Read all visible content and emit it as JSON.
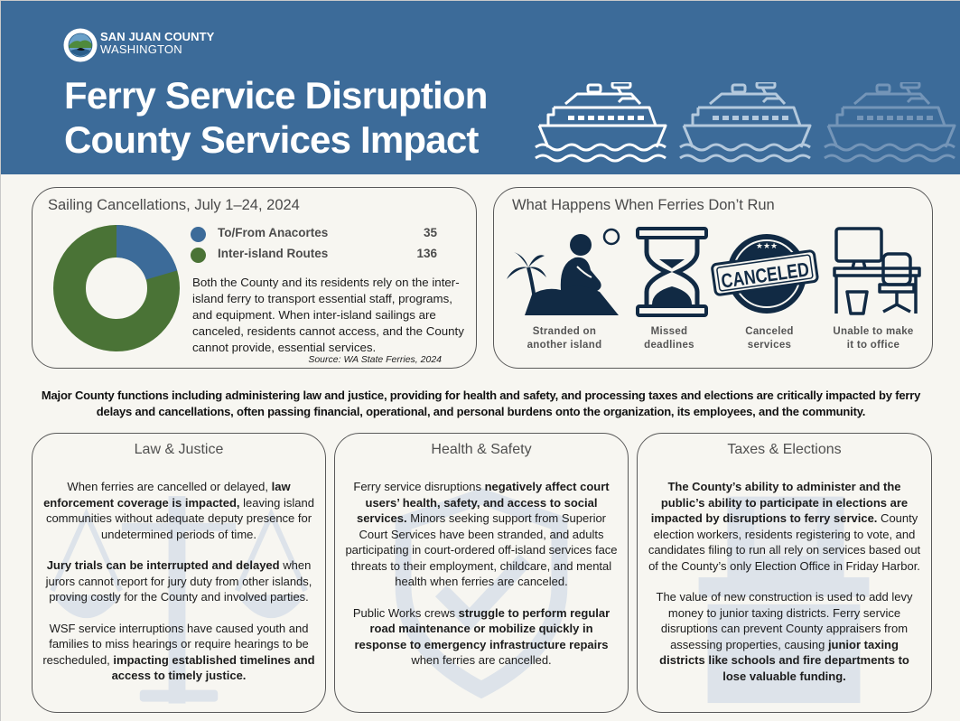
{
  "header": {
    "brand_line1": "SAN JUAN COUNTY",
    "brand_line2": "WASHINGTON",
    "title_line1": "Ferry Service Disruption",
    "title_line2": "County Services Impact",
    "background_color": "#3c6b99"
  },
  "sailing": {
    "title": "Sailing Cancellations, July 1–24, 2024",
    "legend": [
      {
        "label": "To/From Anacortes",
        "value": "35",
        "color": "#3c6b99"
      },
      {
        "label": "Inter-island Routes",
        "value": "136",
        "color": "#4a7336"
      }
    ],
    "body": "Both the County and its residents rely on the inter-island ferry to transport essential staff, programs, and equipment. When inter-island sailings are canceled, residents cannot access, and the County cannot provide, essential services.",
    "source": "Source: WA State Ferries, 2024"
  },
  "chart_data": {
    "type": "pie",
    "title": "Sailing Cancellations, July 1–24, 2024",
    "categories": [
      "To/From Anacortes",
      "Inter-island Routes"
    ],
    "values": [
      35,
      136
    ],
    "colors": [
      "#3c6b99",
      "#4a7336"
    ],
    "donut": true,
    "legend_position": "right",
    "source": "Source: WA State Ferries, 2024"
  },
  "happens": {
    "title": "What Happens When Ferries Don’t Run",
    "items": [
      {
        "icon": "stranded-person-icon",
        "line1": "Stranded on",
        "line2": "another island"
      },
      {
        "icon": "hourglass-icon",
        "line1": "Missed",
        "line2": "deadlines"
      },
      {
        "icon": "canceled-stamp-icon",
        "line1": "Canceled",
        "line2": "services",
        "stamp_text": "CANCELED"
      },
      {
        "icon": "empty-desk-icon",
        "line1": "Unable to make",
        "line2": "it to office"
      }
    ],
    "icon_color": "#112a44"
  },
  "summary": "Major County functions including administering law and justice, providing for health and safety, and processing taxes and elections are critically impacted by ferry delays and cancellations, often passing financial, operational, and personal burdens onto the organization, its employees, and the community.",
  "sections": {
    "law": {
      "title": "Law & Justice",
      "p1_a": "When ferries are cancelled or delayed, ",
      "p1_b": "law enforcement coverage is impacted,",
      "p1_c": " leaving island communities without adequate deputy presence for undetermined periods of time.",
      "p2_b": "Jury trials can be interrupted and delayed",
      "p2_c": " when jurors cannot report for jury duty from other islands, proving costly for the County and involved parties.",
      "p3_a": "WSF service interruptions have caused youth and families to miss hearings or require hearings to be rescheduled, ",
      "p3_b": "impacting established timelines and access to timely justice."
    },
    "health": {
      "title": "Health & Safety",
      "p1_a": "Ferry service disruptions ",
      "p1_b": "negatively affect court users’ health, safety, and access to social services.",
      "p1_c": " Minors seeking support from Superior Court Services have been stranded, and adults participating in court-ordered off-island services face threats to their employment, childcare, and mental health when ferries are canceled.",
      "p2_a": "Public Works crews ",
      "p2_b": "struggle to perform regular road maintenance or mobilize quickly in response to emergency infrastructure repairs",
      "p2_c": " when ferries are cancelled."
    },
    "taxes": {
      "title": "Taxes & Elections",
      "p1_b": "The County’s ability to administer and the public’s ability to participate in elections are impacted by disruptions to ferry service.",
      "p1_c": " County election workers, residents registering to vote, and candidates filing to run all rely on services based out of the County’s only Election Office in Friday Harbor.",
      "p2_a": "The value of new construction is used to add levy money to junior taxing districts. Ferry service disruptions can prevent County appraisers from assessing properties, causing ",
      "p2_b": "junior taxing districts like schools and fire departments to lose valuable funding."
    }
  }
}
